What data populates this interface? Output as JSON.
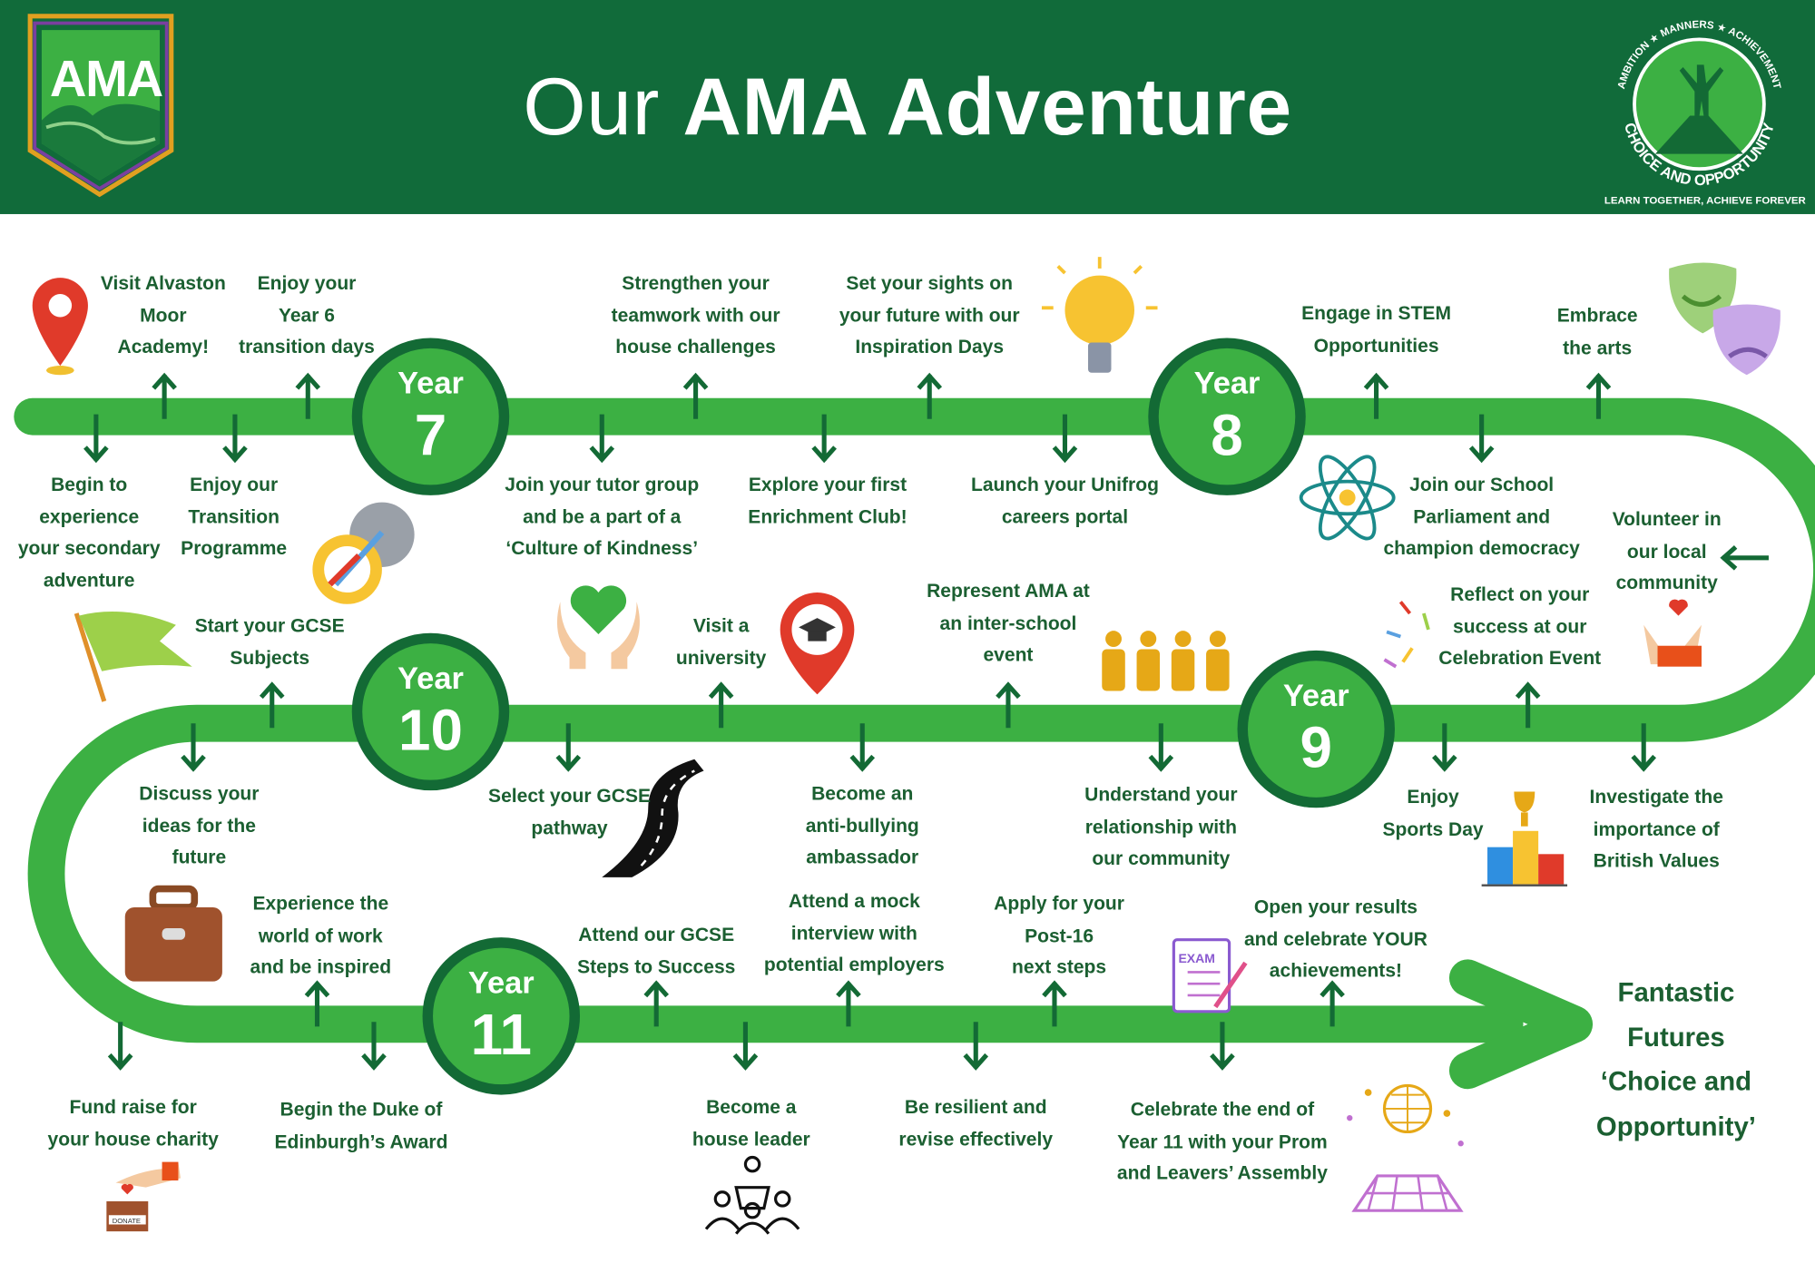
{
  "header": {
    "title_light": "Our",
    "title_bold": "AMA Adventure",
    "logo_text": "AMA",
    "seal_ring_top": "AMBITION ★ MANNERS ★ ACHIEVEMENT",
    "seal_ring_bottom": "CHOICE AND OPPORTUNITY",
    "seal_footer": "LEARN TOGETHER, ACHIEVE FOREVER"
  },
  "years": [
    {
      "word": "Year",
      "num": "7"
    },
    {
      "word": "Year",
      "num": "8"
    },
    {
      "word": "Year",
      "num": "10"
    },
    {
      "word": "Year",
      "num": "9"
    },
    {
      "word": "Year",
      "num": "11"
    }
  ],
  "milestones": [
    "Visit Alvaston\nMoor\nAcademy!",
    "Enjoy your\nYear 6\ntransition days",
    "Strengthen your\nteamwork with our\nhouse challenges",
    "Set your sights on\nyour future with our\nInspiration Days",
    "Engage in STEM\nOpportunities",
    "Embrace\nthe arts",
    "Begin to\nexperience\nyour secondary\nadventure",
    "Enjoy our\nTransition\nProgramme",
    "Join your tutor group\nand be a part of a\n‘Culture of Kindness’",
    "Explore your first\nEnrichment Club!",
    "Launch your Unifrog\ncareers portal",
    "Join our School\nParliament and\nchampion democracy",
    "Volunteer in\nour local\ncommunity",
    "Start your GCSE\nSubjects",
    "Visit a\nuniversity",
    "Represent AMA at\nan inter-school\nevent",
    "Reflect on your\nsuccess at our\nCelebration Event",
    "Discuss your\nideas for the\nfuture",
    "Select your GCSE\npathway",
    "Become an\nanti-bullying\nambassador",
    "Understand your\nrelationship with\nour community",
    "Enjoy\nSports Day",
    "Investigate the\nimportance of\nBritish Values",
    "Experience the\nworld of work\nand be inspired",
    "Attend our GCSE\nSteps to Success",
    "Attend a mock\ninterview with\npotential employers",
    "Apply for your\nPost-16\nnext steps",
    "Open your results\nand celebrate YOUR\nachievements!",
    "Fund raise for\nyour house charity",
    "Begin the Duke of\nEdinburgh’s Award",
    "Become a\nhouse leader",
    "Be resilient and\nrevise effectively",
    "Celebrate the end of\nYear 11 with your Prom\nand Leavers’ Assembly"
  ],
  "final": "Fantastic Futures\n‘Choice and\nOpportunity’",
  "icon_labels": {
    "exam": "EXAM",
    "donate": "DONATE"
  },
  "colors": {
    "header": "#116b3a",
    "road": "#3cb043",
    "dark": "#136a35",
    "text": "#1b5f31"
  }
}
